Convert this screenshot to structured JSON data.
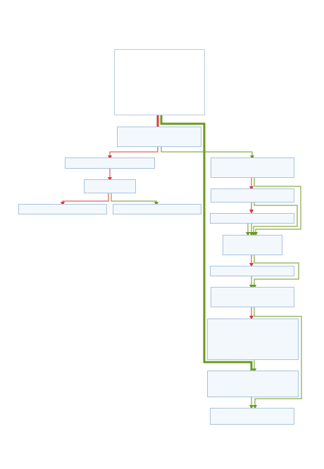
{
  "graph": {
    "title": "",
    "colors": {
      "true_branch": "#d93b3b",
      "false_branch": "#6a9a1f",
      "node_fill": "#f3f8fd",
      "node_border": "#a9c3dd"
    },
    "nodes": [
      {
        "id": "n0",
        "label": ""
      },
      {
        "id": "n1",
        "label": ""
      },
      {
        "id": "n2",
        "label": ""
      },
      {
        "id": "n3",
        "label": ""
      },
      {
        "id": "n4",
        "label": ""
      },
      {
        "id": "n5",
        "label": ""
      },
      {
        "id": "n6",
        "label": ""
      },
      {
        "id": "n7",
        "label": ""
      },
      {
        "id": "n8",
        "label": ""
      },
      {
        "id": "n9",
        "label": ""
      },
      {
        "id": "n10",
        "label": ""
      },
      {
        "id": "n11",
        "label": ""
      },
      {
        "id": "n12",
        "label": ""
      },
      {
        "id": "n13",
        "label": ""
      },
      {
        "id": "n14",
        "label": ""
      },
      {
        "id": "n15",
        "label": ""
      }
    ],
    "edges": [
      {
        "from": "n0",
        "to": "n1",
        "branch": "true"
      },
      {
        "from": "n0",
        "to": "n13",
        "branch": "false"
      },
      {
        "from": "n1",
        "to": "n2",
        "branch": "true"
      },
      {
        "from": "n1",
        "to": "n6",
        "branch": "false"
      },
      {
        "from": "n2",
        "to": "n3",
        "branch": "true"
      },
      {
        "from": "n3",
        "to": "n4",
        "branch": "true"
      },
      {
        "from": "n3",
        "to": "n5",
        "branch": "false"
      },
      {
        "from": "n6",
        "to": "n7",
        "branch": "true"
      },
      {
        "from": "n6",
        "to": "n9",
        "branch": "false"
      },
      {
        "from": "n7",
        "to": "n8",
        "branch": "true"
      },
      {
        "from": "n7",
        "to": "n9",
        "branch": "false"
      },
      {
        "from": "n8",
        "to": "n9",
        "branch": "true"
      },
      {
        "from": "n8",
        "to": "n9",
        "branch": "false"
      },
      {
        "from": "n9",
        "to": "n10",
        "branch": "true"
      },
      {
        "from": "n9",
        "to": "n11",
        "branch": "false"
      },
      {
        "from": "n10",
        "to": "n11",
        "branch": "false"
      },
      {
        "from": "n11",
        "to": "n12",
        "branch": "true"
      },
      {
        "from": "n11",
        "to": "n14",
        "branch": "false"
      },
      {
        "from": "n12",
        "to": "n13",
        "branch": "false"
      },
      {
        "from": "n13",
        "to": "n14",
        "branch": "false"
      },
      {
        "from": "n14",
        "to": "n15",
        "branch": "false"
      }
    ]
  }
}
